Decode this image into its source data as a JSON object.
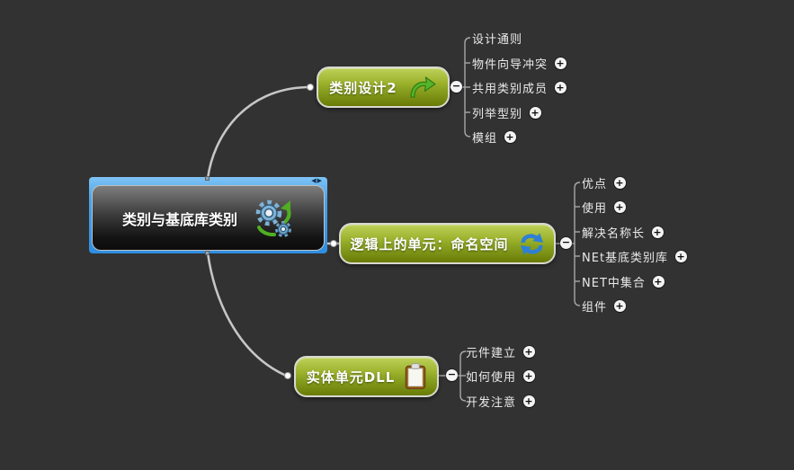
{
  "app": {
    "kind": "mind-map-canvas"
  },
  "colors": {
    "background": "#323232",
    "branch_node_green_top": "#bdd159",
    "branch_node_green_bottom": "#697b06",
    "selection_blue": "#47a2e9",
    "root_node_dark": "#141414",
    "connector_gray": "#c6c6c6",
    "text_white": "#ffffff"
  },
  "badges": {
    "expand": "+",
    "collapse": "−"
  },
  "root": {
    "label": "类别与基底库类别",
    "icon": "gears-sync-icon",
    "handle": "◀▶",
    "selected": true
  },
  "branches": [
    {
      "label": "类别设计2",
      "icon": "green-arrow-icon",
      "children": [
        {
          "label": "设计通则",
          "expandable": false
        },
        {
          "label": "物件向导冲突",
          "expandable": true
        },
        {
          "label": "共用类别成员",
          "expandable": true
        },
        {
          "label": "列举型别",
          "expandable": true
        },
        {
          "label": "模组",
          "expandable": true
        }
      ]
    },
    {
      "label": "逻辑上的单元：命名空间",
      "icon": "sync-arrows-icon",
      "children": [
        {
          "label": "优点",
          "expandable": true
        },
        {
          "label": "使用",
          "expandable": true
        },
        {
          "label": "解决名称长",
          "expandable": true
        },
        {
          "label": "NEt基底类别库",
          "expandable": true
        },
        {
          "label": "NET中集合",
          "expandable": true
        },
        {
          "label": "组件",
          "expandable": true
        }
      ]
    },
    {
      "label": "实体单元DLL",
      "icon": "clipboard-icon",
      "children": [
        {
          "label": "元件建立",
          "expandable": true
        },
        {
          "label": "如何使用",
          "expandable": true
        },
        {
          "label": "开发注意",
          "expandable": true
        }
      ]
    }
  ]
}
